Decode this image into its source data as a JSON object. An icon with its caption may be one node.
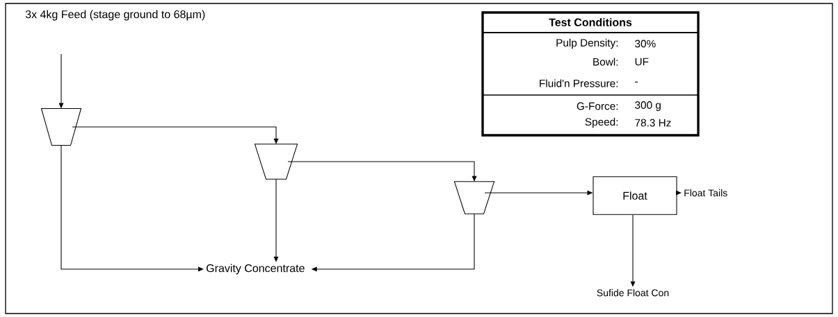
{
  "diagram": {
    "nodes": [
      {
        "text": [
          "3x 4kg Feed (stage ground to 68µm)"
        ]
      },
      {
        "text": [],
        "shape": "trapezoid"
      },
      {
        "text": [],
        "shape": "trapezoid"
      },
      {
        "text": [],
        "shape": "trapezoid"
      },
      {
        "text": [
          "Float"
        ]
      },
      {
        "text": [
          "Float Tails"
        ]
      },
      {
        "text": [
          "Gravity Concentrate"
        ]
      },
      {
        "text": [
          "Sufide Float Con"
        ]
      }
    ],
    "edges": [
      {
        "from": 0,
        "to": 1,
        "arrow": "to"
      },
      {
        "from": 1,
        "to": 2,
        "arrow": "to"
      },
      {
        "from": 2,
        "to": 3,
        "arrow": "to"
      },
      {
        "from": 3,
        "to": 4,
        "arrow": "to"
      },
      {
        "from": 4,
        "to": 5,
        "arrow": "to"
      },
      {
        "from": 4,
        "to": 7,
        "arrow": "to"
      },
      {
        "from": 1,
        "to": 6,
        "arrow": "to"
      },
      {
        "from": 2,
        "to": 6,
        "arrow": "to"
      },
      {
        "from": 3,
        "to": 6,
        "arrow": "to"
      }
    ],
    "labels": [
      "Test Conditions",
      "Pulp Density:",
      "30%",
      "Bowl:",
      "UF",
      "Fluid'n Pressure:",
      "-",
      "G-Force:",
      "300 g",
      "Speed:",
      "78.3 Hz"
    ]
  }
}
